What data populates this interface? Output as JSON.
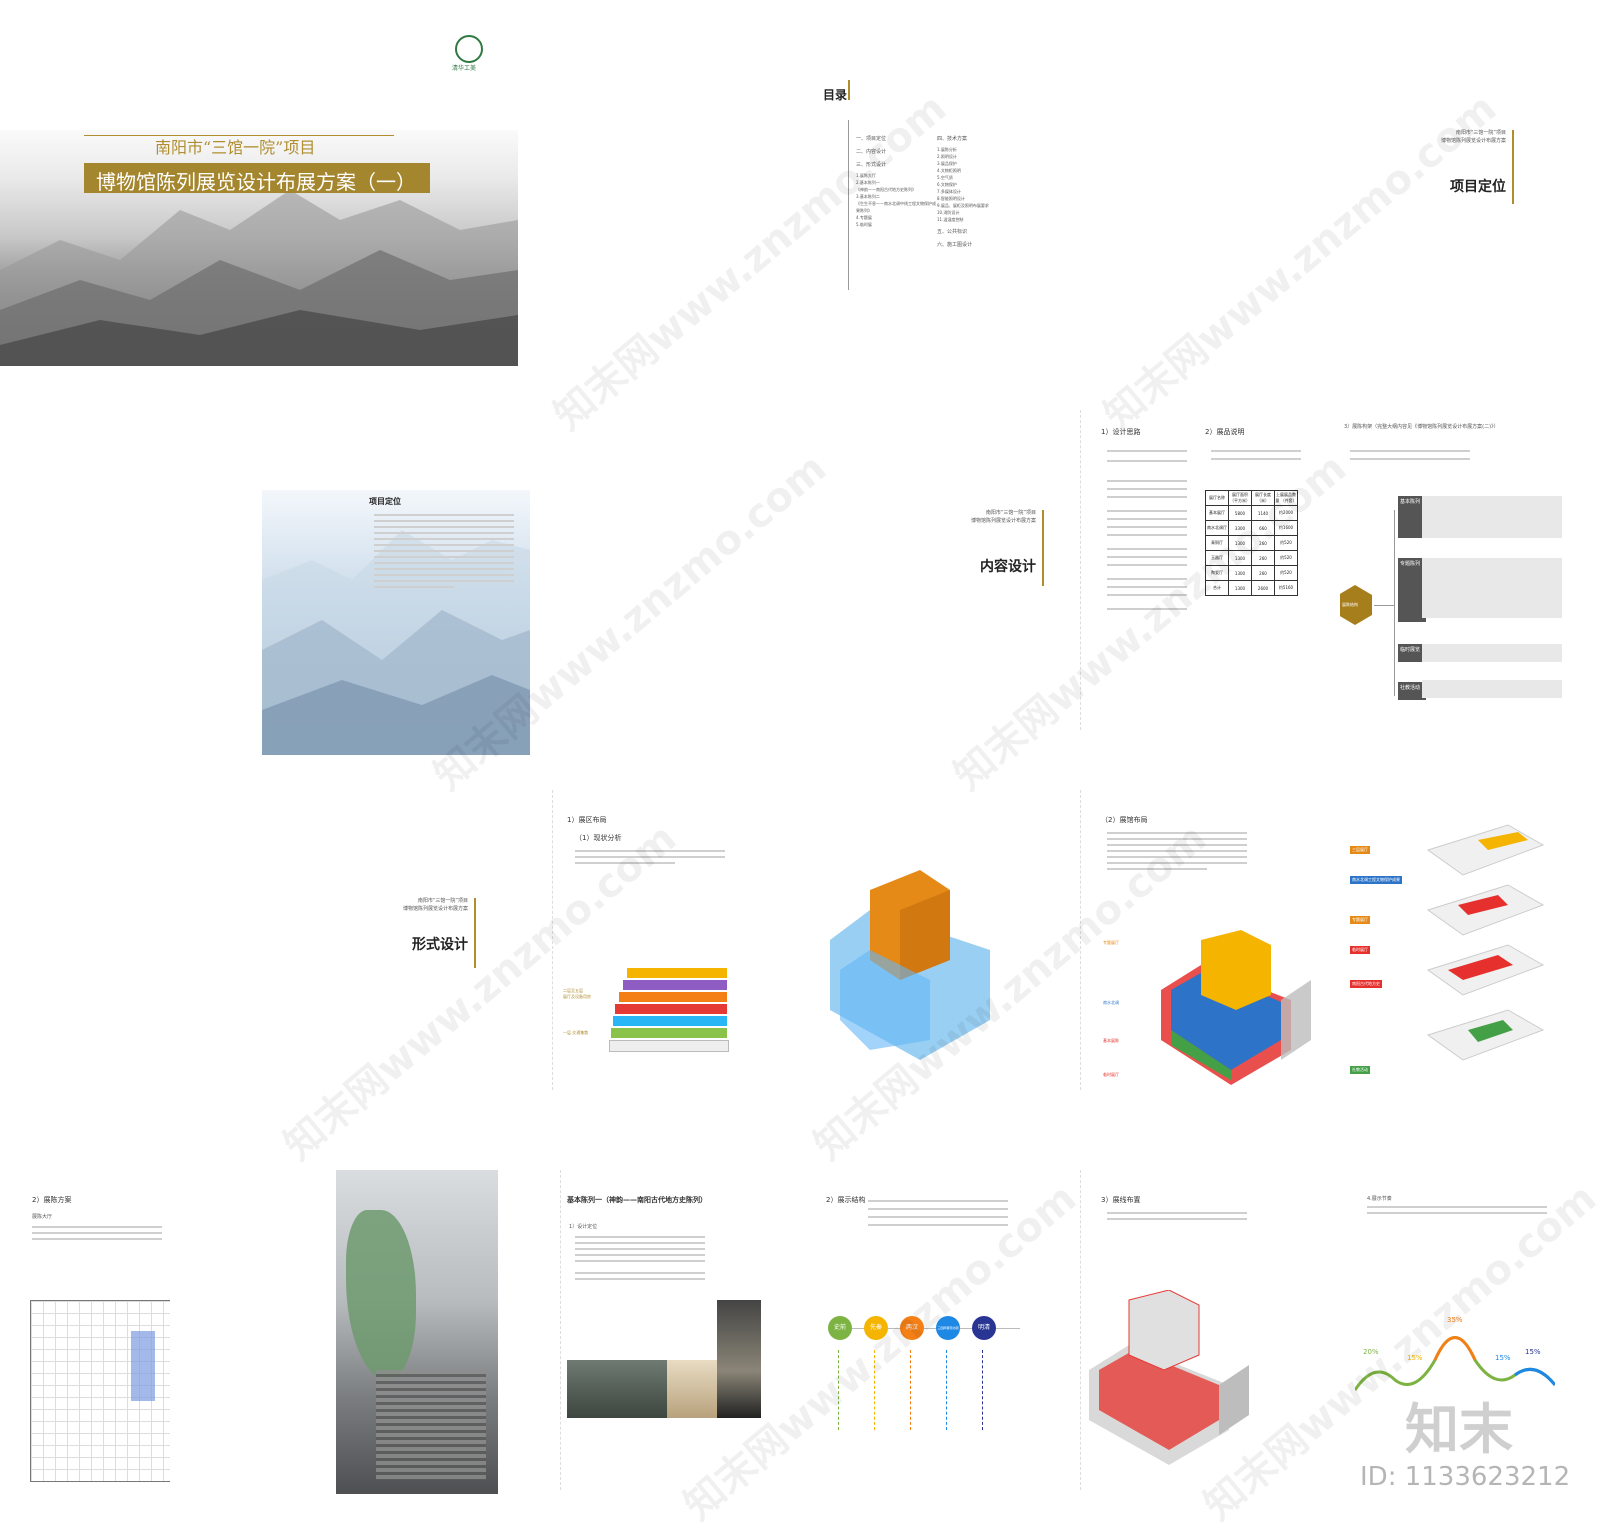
{
  "cover": {
    "logo_text": "清华工美",
    "project": "南阳市“三馆一院”项目",
    "title": "博物馆陈列展览设计布展方案（一）"
  },
  "toc": {
    "heading": "目录",
    "col1": [
      "一、项目定位",
      "二、内容设计",
      "三、形式设计",
      "1.展陈大厅",
      "2.基本陈列一",
      "《神韵——南阳古代地方史陈列》",
      "3.基本陈列二",
      "《生生不息——南水北调中线工程文物保护成果陈列》",
      "4.专题展",
      "5.临时展"
    ],
    "col2": [
      "四、技术方案",
      "1.展陈分析",
      "2.照明设计",
      "3.展品保护",
      "4.文物柜照明",
      "5.空气质",
      "6.文物保护",
      "7.多媒体设计",
      "8.智能照明设计",
      "9.展品、展柜及照明布展要求",
      "10.消防设计",
      "11.温湿度控制",
      "五、公共标识",
      "六、施工图设计"
    ]
  },
  "section_header": {
    "line1": "南阳市“三馆一院”项目",
    "line2": "博物馆陈列展览设计布展方案"
  },
  "sections": {
    "positioning": "项目定位",
    "content": "内容设计",
    "form": "形式设计"
  },
  "positioning_page": {
    "heading": "项目定位"
  },
  "content_page1": {
    "h1": "1）设计思路",
    "h2": "2）展品说明"
  },
  "content_page2": {
    "heading": "3）展陈构架（完整大纲内容见《博物馆陈列展览设计布展方案(二)》）",
    "center": "展陈结构",
    "nodes": [
      "基本陈列",
      "专题陈列",
      "临时展览",
      "社教活动"
    ]
  },
  "exhibit_table": {
    "headers": [
      "展厅名称",
      "展厅面积\n（平方米）",
      "展厅长度\n（米）",
      "上展展品数量\n（件套）"
    ],
    "rows": [
      [
        "基本展厅",
        "5800",
        "1140",
        "约2000"
      ],
      [
        "南水北调厅",
        "3300",
        "660",
        "约1600"
      ],
      [
        "青铜厅",
        "1300",
        "260",
        "约520"
      ],
      [
        "玉器厅",
        "1300",
        "260",
        "约520"
      ],
      [
        "陶瓷厅",
        "1300",
        "260",
        "约520"
      ],
      [
        "合计",
        "1300",
        "2600",
        "约5160"
      ]
    ]
  },
  "form_page1": {
    "h1": "1）展区布局",
    "h2": "（1）现状分析",
    "labels": [
      "二层至五层\n展厅及设备用房",
      "一层  交通集散"
    ]
  },
  "form_page2": {
    "h1": "（2）展馆布局",
    "labels": [
      "专题展厅",
      "南水北调",
      "基本展陈",
      "临时展厅"
    ]
  },
  "stack_labels": [
    "三层展厅",
    "南水北调工程文物保护成果",
    "专题展厅",
    "临时展厅",
    "南阳古代地方史",
    "社教活动"
  ],
  "lobby_page": {
    "h1": "2）展陈方案",
    "h2": "展陈大厅"
  },
  "basic1_page": {
    "title": "基本陈列一（神韵——南阳古代地方史陈列）",
    "h1": "1）设计定位"
  },
  "structure_page": {
    "h1": "2）展示结构",
    "circles": [
      "史前",
      "先秦",
      "两汉",
      "三国两晋南北朝",
      "明清"
    ]
  },
  "flow_page": {
    "h1": "3）展线布置",
    "h2": "4.展示节奏",
    "pcts": [
      "20%",
      "15%",
      "35%",
      "15%",
      "15%"
    ]
  },
  "watermark": "知末网www.znzmo.com",
  "brand": {
    "logo": "知末",
    "id": "ID: 1133623212"
  },
  "colors": {
    "gold": "#b08d2f",
    "accent_orange": "#e58a17",
    "accent_blue": "#2d74c8",
    "accent_red": "#e5302d"
  }
}
